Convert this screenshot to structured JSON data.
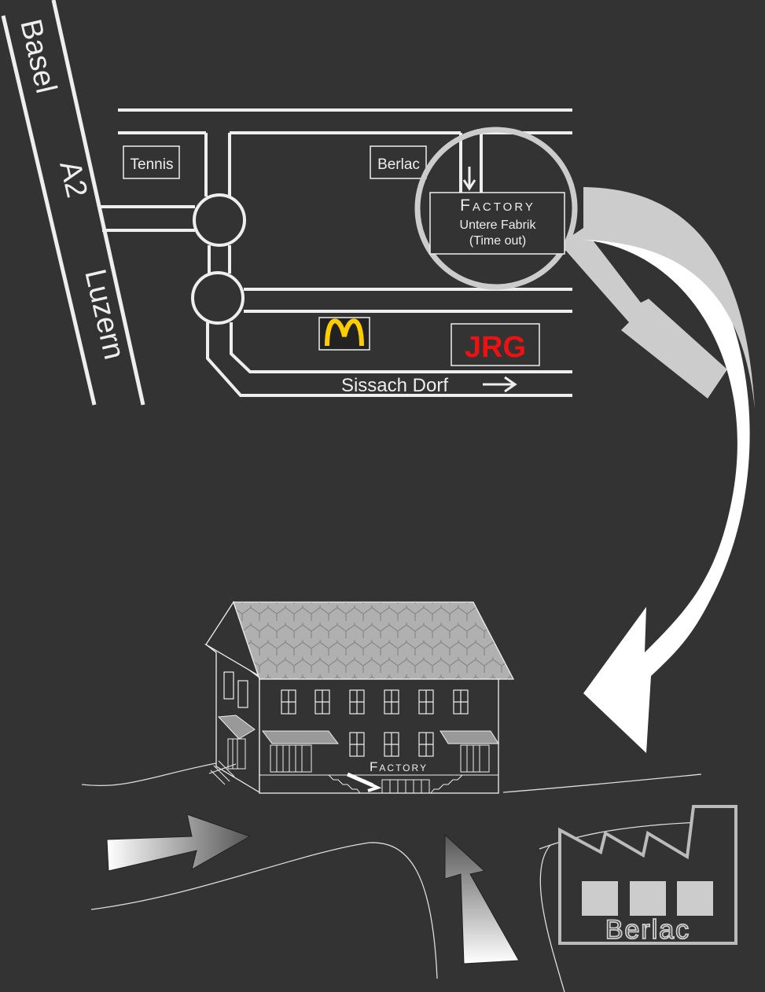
{
  "map": {
    "highway": {
      "label_basel": "Basel",
      "label_a2": "A2",
      "label_luzern": "Luzern"
    },
    "landmarks": {
      "tennis": "Tennis",
      "berlac": "Berlac",
      "jrg": "JRG",
      "mcdonalds": "M"
    },
    "venue": {
      "name": "Factory",
      "subtitle": "Untere Fabrik",
      "note": "(Time out)"
    },
    "direction": {
      "sissach": "Sissach Dorf",
      "arrow": "→"
    }
  },
  "scene": {
    "building_sign": "Factory",
    "berlac_sign": "Berlac"
  },
  "colors": {
    "background": "#333333",
    "lines": "#eeeeee",
    "jrg_red": "#ee1111",
    "mcdonalds_yellow": "#ffcc00",
    "arrow_grey": "#cccccc"
  }
}
